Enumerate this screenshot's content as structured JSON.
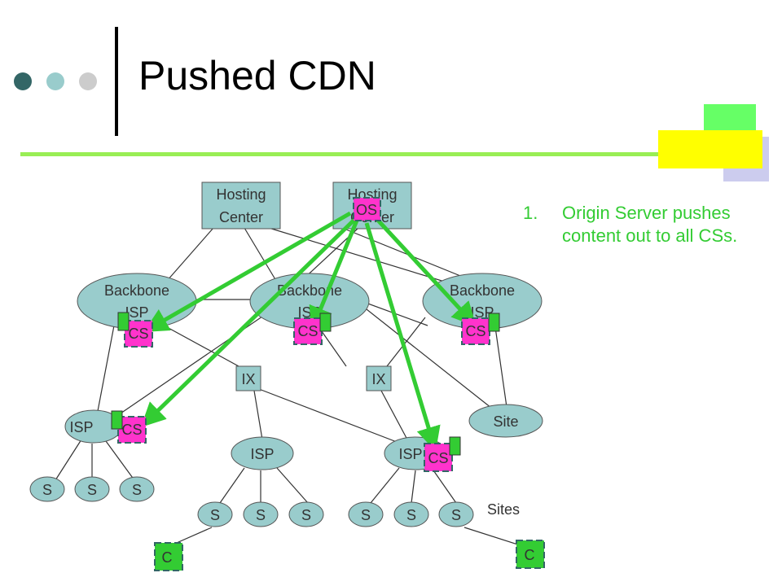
{
  "slide": {
    "title": "Pushed CDN",
    "list": [
      {
        "number": "1.",
        "text": "Origin Server pushes content out to all CSs."
      }
    ]
  },
  "colors": {
    "node_fill": "#99cccc",
    "cache_server_fill": "#ff33cc",
    "client_fill": "#33cc33",
    "arrow": "#33cc33",
    "accent_green": "#66ff66",
    "accent_yellow": "#ffff00",
    "accent_lavender": "#ccccee",
    "dot_dark": "#336666",
    "dot_mid": "#99cccc",
    "dot_light": "#cccccc"
  },
  "diagram": {
    "hosting_centers": [
      {
        "label_line1": "Hosting",
        "label_line2": "Center"
      },
      {
        "label_line1": "Hosting",
        "label_line2": "Center"
      }
    ],
    "backbone_isps": [
      {
        "label_line1": "Backbone",
        "label_line2": "ISP"
      },
      {
        "label_line1": "Backbone",
        "label_line2": "ISP"
      },
      {
        "label_line1": "Backbone",
        "label_line2": "ISP"
      }
    ],
    "ix": [
      "IX",
      "IX"
    ],
    "isps": [
      "ISP",
      "ISP",
      "ISP"
    ],
    "site": "Site",
    "sites_label": "Sites",
    "s_nodes": [
      "S",
      "S",
      "S",
      "S",
      "S",
      "S",
      "S",
      "S",
      "S"
    ],
    "origin_server": "OS",
    "cache_servers": [
      "CS",
      "CS",
      "CS",
      "CS",
      "CS"
    ],
    "clients": [
      "C",
      "C"
    ]
  }
}
